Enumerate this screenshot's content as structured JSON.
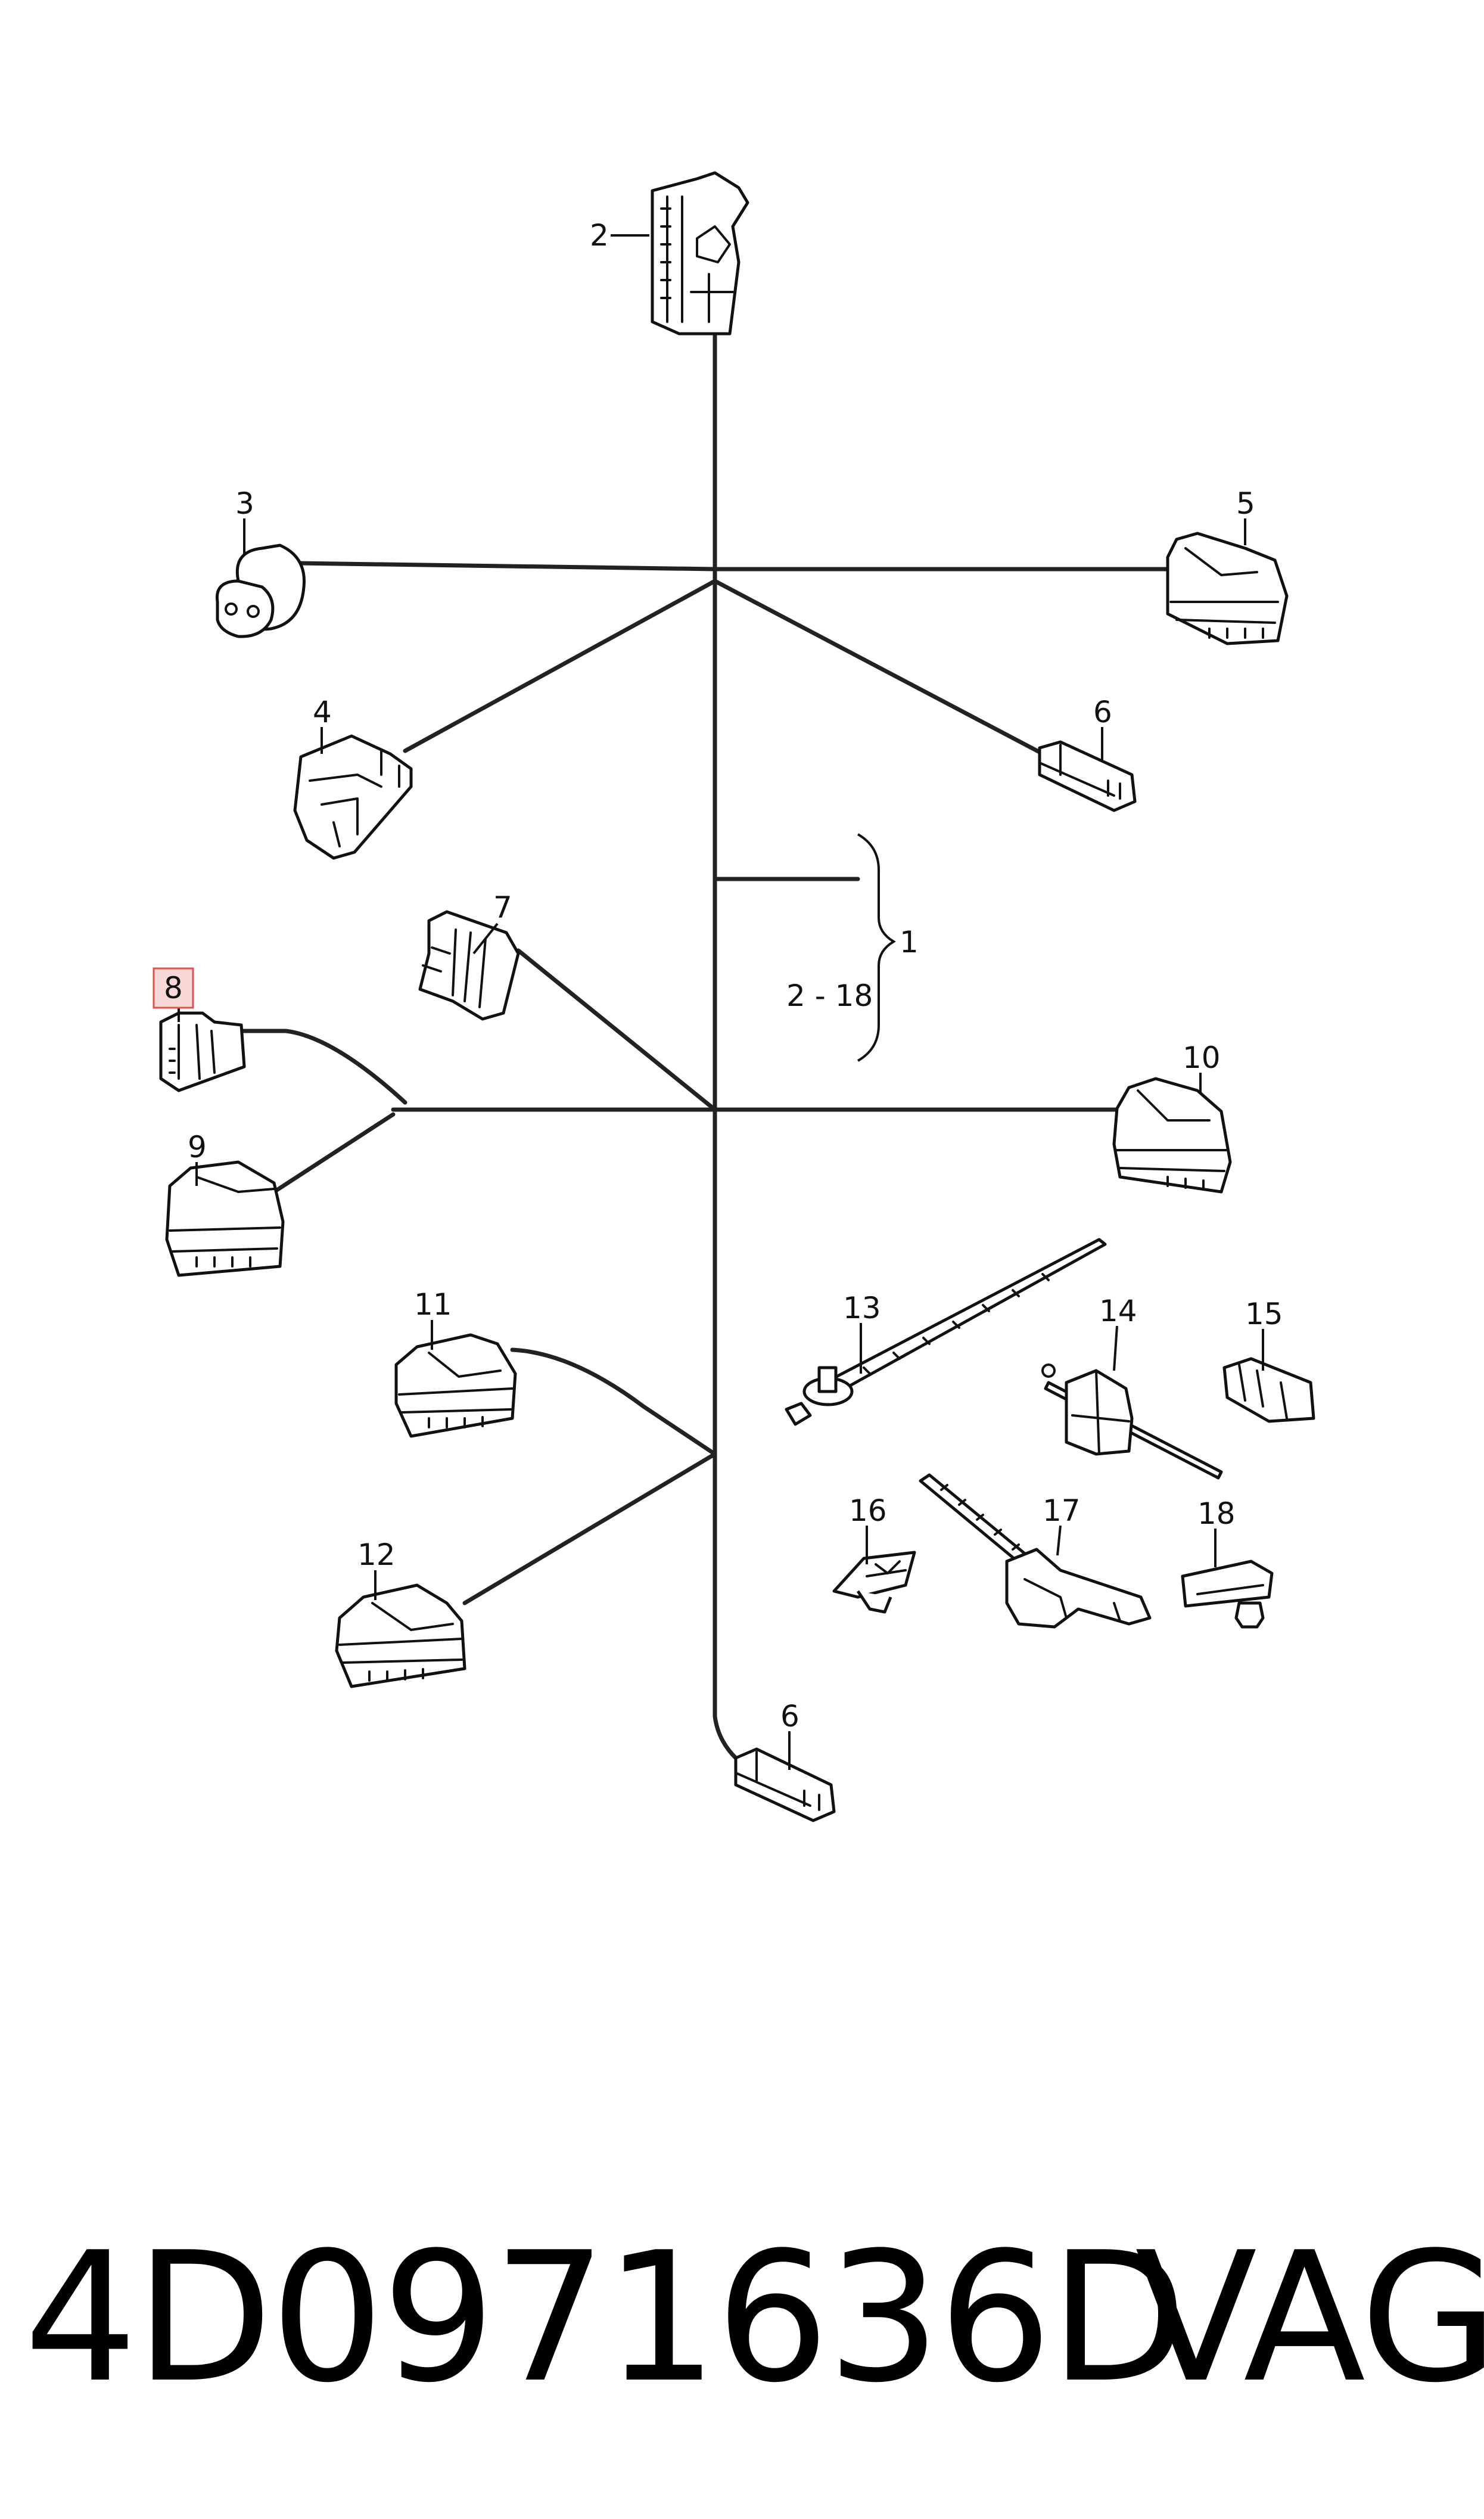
{
  "diagram": {
    "labels": {
      "l1": "1",
      "l2": "2",
      "l3": "3",
      "l4": "4",
      "l5": "5",
      "l6a": "6",
      "l6b": "6",
      "l7": "7",
      "l8": "8",
      "l9": "9",
      "l10": "10",
      "l11": "11",
      "l12": "12",
      "l13": "13",
      "l14": "14",
      "l15": "15",
      "l16": "16",
      "l17": "17",
      "l18": "18",
      "range": "2 - 18"
    },
    "highlighted_label": "8"
  },
  "footer": {
    "part_number": "4D0971636D",
    "brand": "VAG"
  }
}
